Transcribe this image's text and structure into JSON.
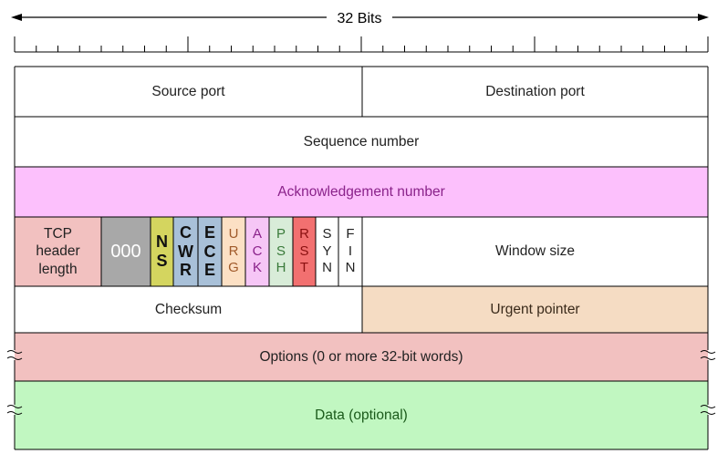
{
  "title": "32 Bits",
  "colors": {
    "ack_bg": "#fcc0fc",
    "ack_text": "#8a228a",
    "tcp_hdr_bg": "#f2c1c0",
    "reserved_bg": "#a8a8a8",
    "ns_bg": "#d4d55f",
    "cwr_bg": "#a8c0d8",
    "ece_bg": "#a8c0d8",
    "urg_bg": "#fce0c4",
    "urg_text": "#a05a2a",
    "ack_flag_bg": "#f6c6f6",
    "ack_flag_text": "#8a228a",
    "psh_bg": "#d8ecd8",
    "psh_text": "#3a7a3a",
    "rst_bg": "#f27070",
    "rst_text": "#8a1010",
    "urgent_ptr_bg": "#f5dcc3",
    "urgent_ptr_text": "#3a2a1a",
    "options_bg": "#f2c1c0",
    "data_bg": "#c1f7c1",
    "data_text": "#1a5a1a"
  },
  "rows": {
    "source_port": "Source port",
    "destination_port": "Destination port",
    "sequence_number": "Sequence number",
    "acknowledgement_number": "Acknowledgement number",
    "tcp_header_length": [
      "TCP",
      "header",
      "length"
    ],
    "reserved": "000",
    "flags": {
      "ns": [
        "N",
        "S"
      ],
      "cwr": [
        "C",
        "W",
        "R"
      ],
      "ece": [
        "E",
        "C",
        "E"
      ],
      "urg": [
        "U",
        "R",
        "G"
      ],
      "ack": [
        "A",
        "C",
        "K"
      ],
      "psh": [
        "P",
        "S",
        "H"
      ],
      "rst": [
        "R",
        "S",
        "T"
      ],
      "syn": [
        "S",
        "Y",
        "N"
      ],
      "fin": [
        "F",
        "I",
        "N"
      ]
    },
    "window_size": "Window size",
    "checksum": "Checksum",
    "urgent_pointer": "Urgent pointer",
    "options": "Options (0 or more 32-bit words)",
    "data": "Data (optional)"
  }
}
